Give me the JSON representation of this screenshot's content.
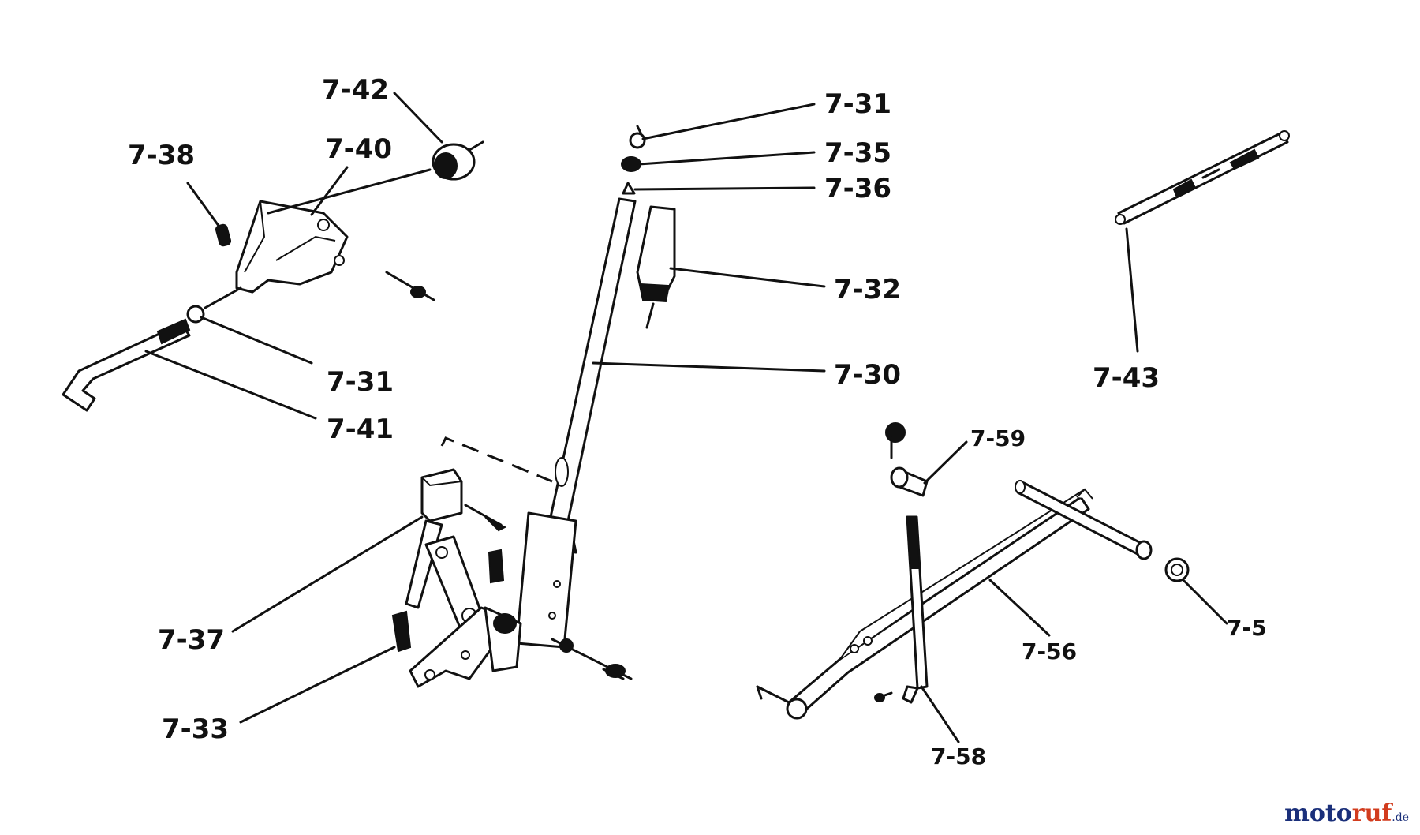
{
  "labels": {
    "l742": "7-42",
    "l738": "7-38",
    "l740": "7-40",
    "l731a": "7-31",
    "l741": "7-41",
    "l731b": "7-31",
    "l735": "7-35",
    "l736": "7-36",
    "l732": "7-32",
    "l730": "7-30",
    "l743": "7-43",
    "l759": "7-59",
    "l737": "7-37",
    "l733": "7-33",
    "l75": "7-5",
    "l756": "7-56",
    "l758": "7-58"
  },
  "watermark": {
    "part1": "moto",
    "part2": "ruf",
    "part3": ".de"
  }
}
